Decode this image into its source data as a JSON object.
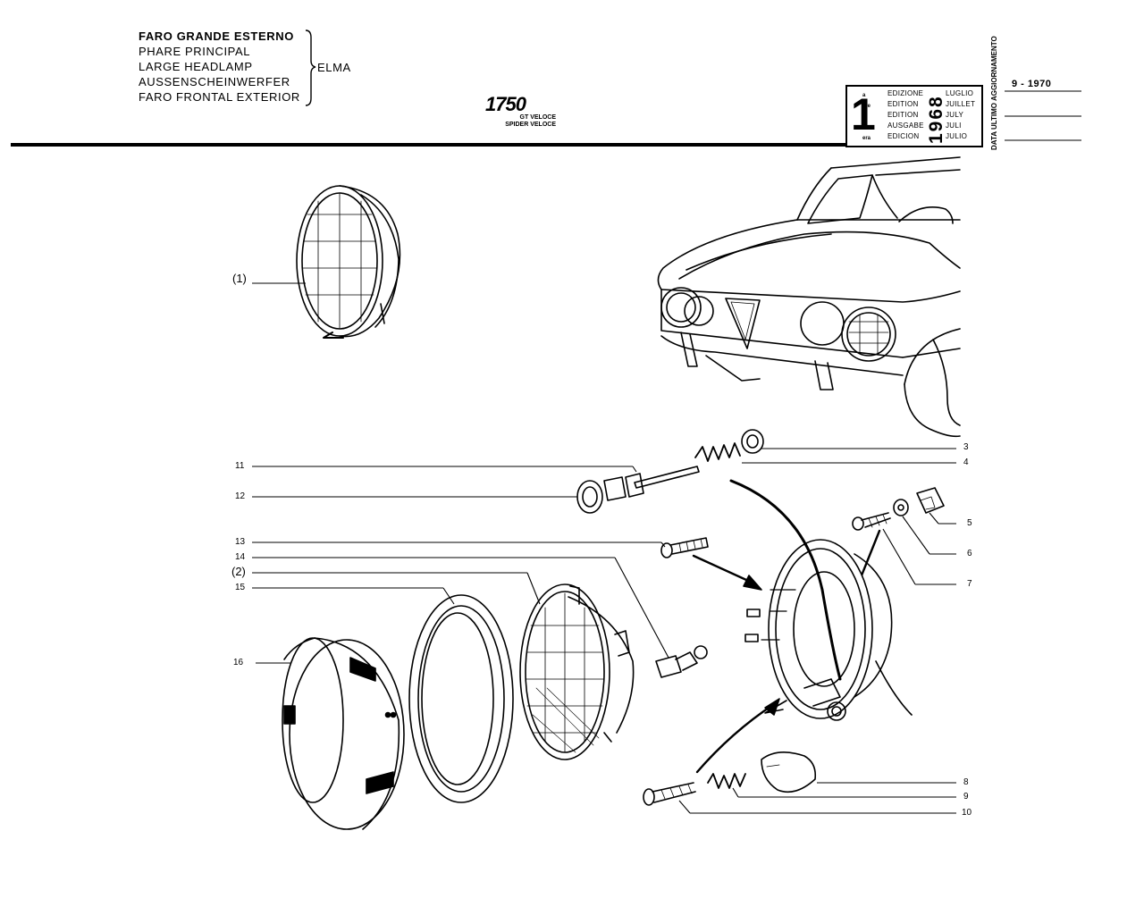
{
  "header": {
    "title_lines": [
      "FARO GRANDE ESTERNO",
      "PHARE PRINCIPAL",
      "LARGE HEADLAMP",
      "AUSSENSCHEINWERFER",
      "FARO FRONTAL EXTERIOR"
    ],
    "brand": "ELMA",
    "model": "1750",
    "model_variants": [
      "GT VELOCE",
      "SPIDER VELOCE"
    ]
  },
  "edition_box": {
    "number": "1",
    "ordinal_suffixes": [
      "a",
      "ere",
      "st",
      "e",
      "era"
    ],
    "edition_words": [
      "EDIZIONE",
      "EDITION",
      "EDITION",
      "AUSGABE",
      "EDICION"
    ],
    "months": [
      "LUGLIO",
      "JUILLET",
      "JULY",
      "JULI",
      "JULIO"
    ],
    "year": "1968",
    "update_label": "DATA ULTIMO AGGIORNAMENTO",
    "update_value": "9 - 1970"
  },
  "callouts": {
    "left": [
      {
        "id": "c-1",
        "text": "(1)"
      },
      {
        "id": "c-11",
        "text": "11"
      },
      {
        "id": "c-12",
        "text": "12"
      },
      {
        "id": "c-13",
        "text": "13"
      },
      {
        "id": "c-14",
        "text": "14"
      },
      {
        "id": "c-2",
        "text": "(2)"
      },
      {
        "id": "c-15",
        "text": "15"
      },
      {
        "id": "c-16",
        "text": "16"
      }
    ],
    "right": [
      {
        "id": "c-3",
        "text": "3"
      },
      {
        "id": "c-4",
        "text": "4"
      },
      {
        "id": "c-5",
        "text": "5"
      },
      {
        "id": "c-6",
        "text": "6"
      },
      {
        "id": "c-7",
        "text": "7"
      },
      {
        "id": "c-8",
        "text": "8"
      },
      {
        "id": "c-9",
        "text": "9"
      },
      {
        "id": "c-10",
        "text": "10"
      }
    ]
  }
}
